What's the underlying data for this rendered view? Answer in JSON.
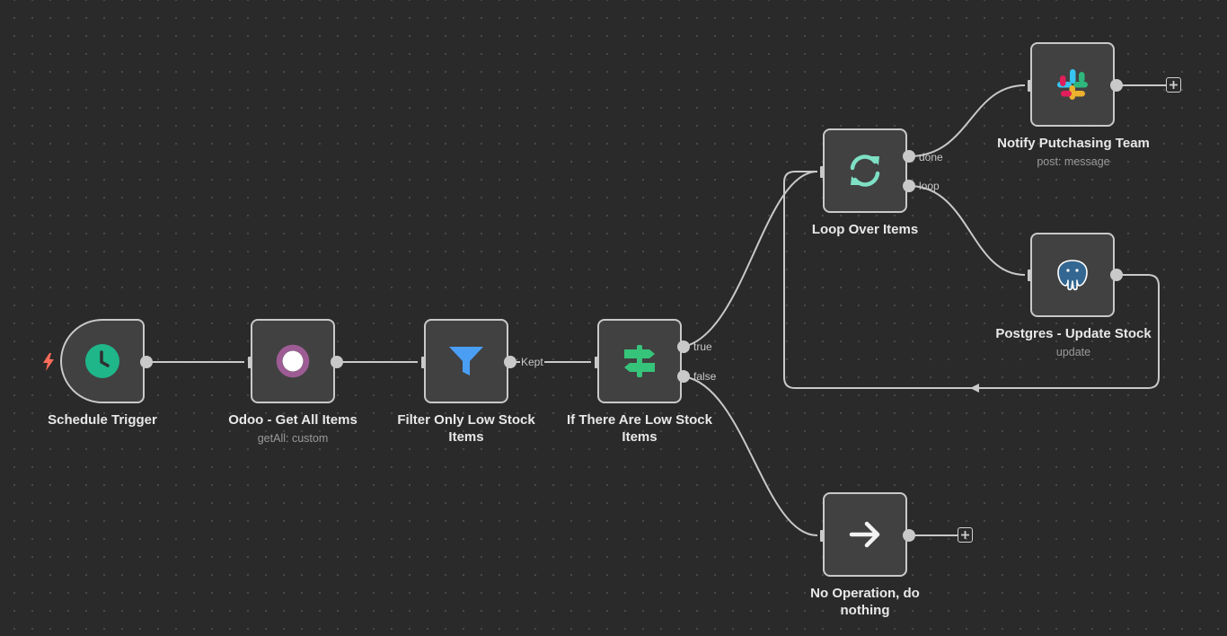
{
  "nodes": {
    "schedule_trigger": {
      "title": "Schedule Trigger",
      "icon": "clock-icon",
      "color": "#1fb68a"
    },
    "odoo": {
      "title": "Odoo - Get All Items",
      "subtitle": "getAll: custom",
      "icon": "odoo-icon",
      "color": "#9e5c95"
    },
    "filter": {
      "title": "Filter Only Low Stock Items",
      "icon": "filter-icon",
      "color": "#4a9ff5"
    },
    "if": {
      "title": "If There Are Low Stock Items",
      "icon": "signpost-icon",
      "color": "#36c47a"
    },
    "loop": {
      "title": "Loop Over Items",
      "icon": "refresh-icon",
      "color": "#7ee0c4"
    },
    "slack": {
      "title": "Notify Putchasing Team",
      "subtitle": "post: message",
      "icon": "slack-icon"
    },
    "postgres": {
      "title": "Postgres - Update Stock",
      "subtitle": "update",
      "icon": "postgres-elephant-icon"
    },
    "noop": {
      "title": "No Operation, do nothing",
      "icon": "arrow-right-icon"
    }
  },
  "edge_labels": {
    "kept": "Kept",
    "true": "true",
    "false": "false",
    "done": "done",
    "loop": "loop"
  },
  "colors": {
    "canvas": "#2a2a2a",
    "node_fill": "#414141",
    "node_border": "#c9c9c9",
    "edge": "#c9c9c9",
    "trigger_bolt": "#ff6d5a"
  }
}
